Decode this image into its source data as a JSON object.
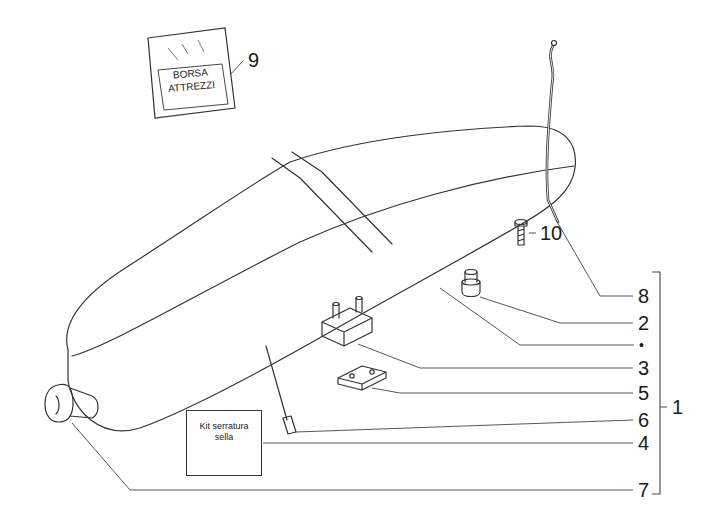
{
  "diagram": {
    "nodes": [
      {
        "text": [
          "BORSA ATTREZZI"
        ]
      },
      {
        "text": [
          "Kit serratura sella"
        ]
      }
    ],
    "labels": [
      "9",
      "10",
      "8",
      "2",
      "•",
      "3",
      "5",
      "1",
      "6",
      "4",
      "7"
    ]
  }
}
